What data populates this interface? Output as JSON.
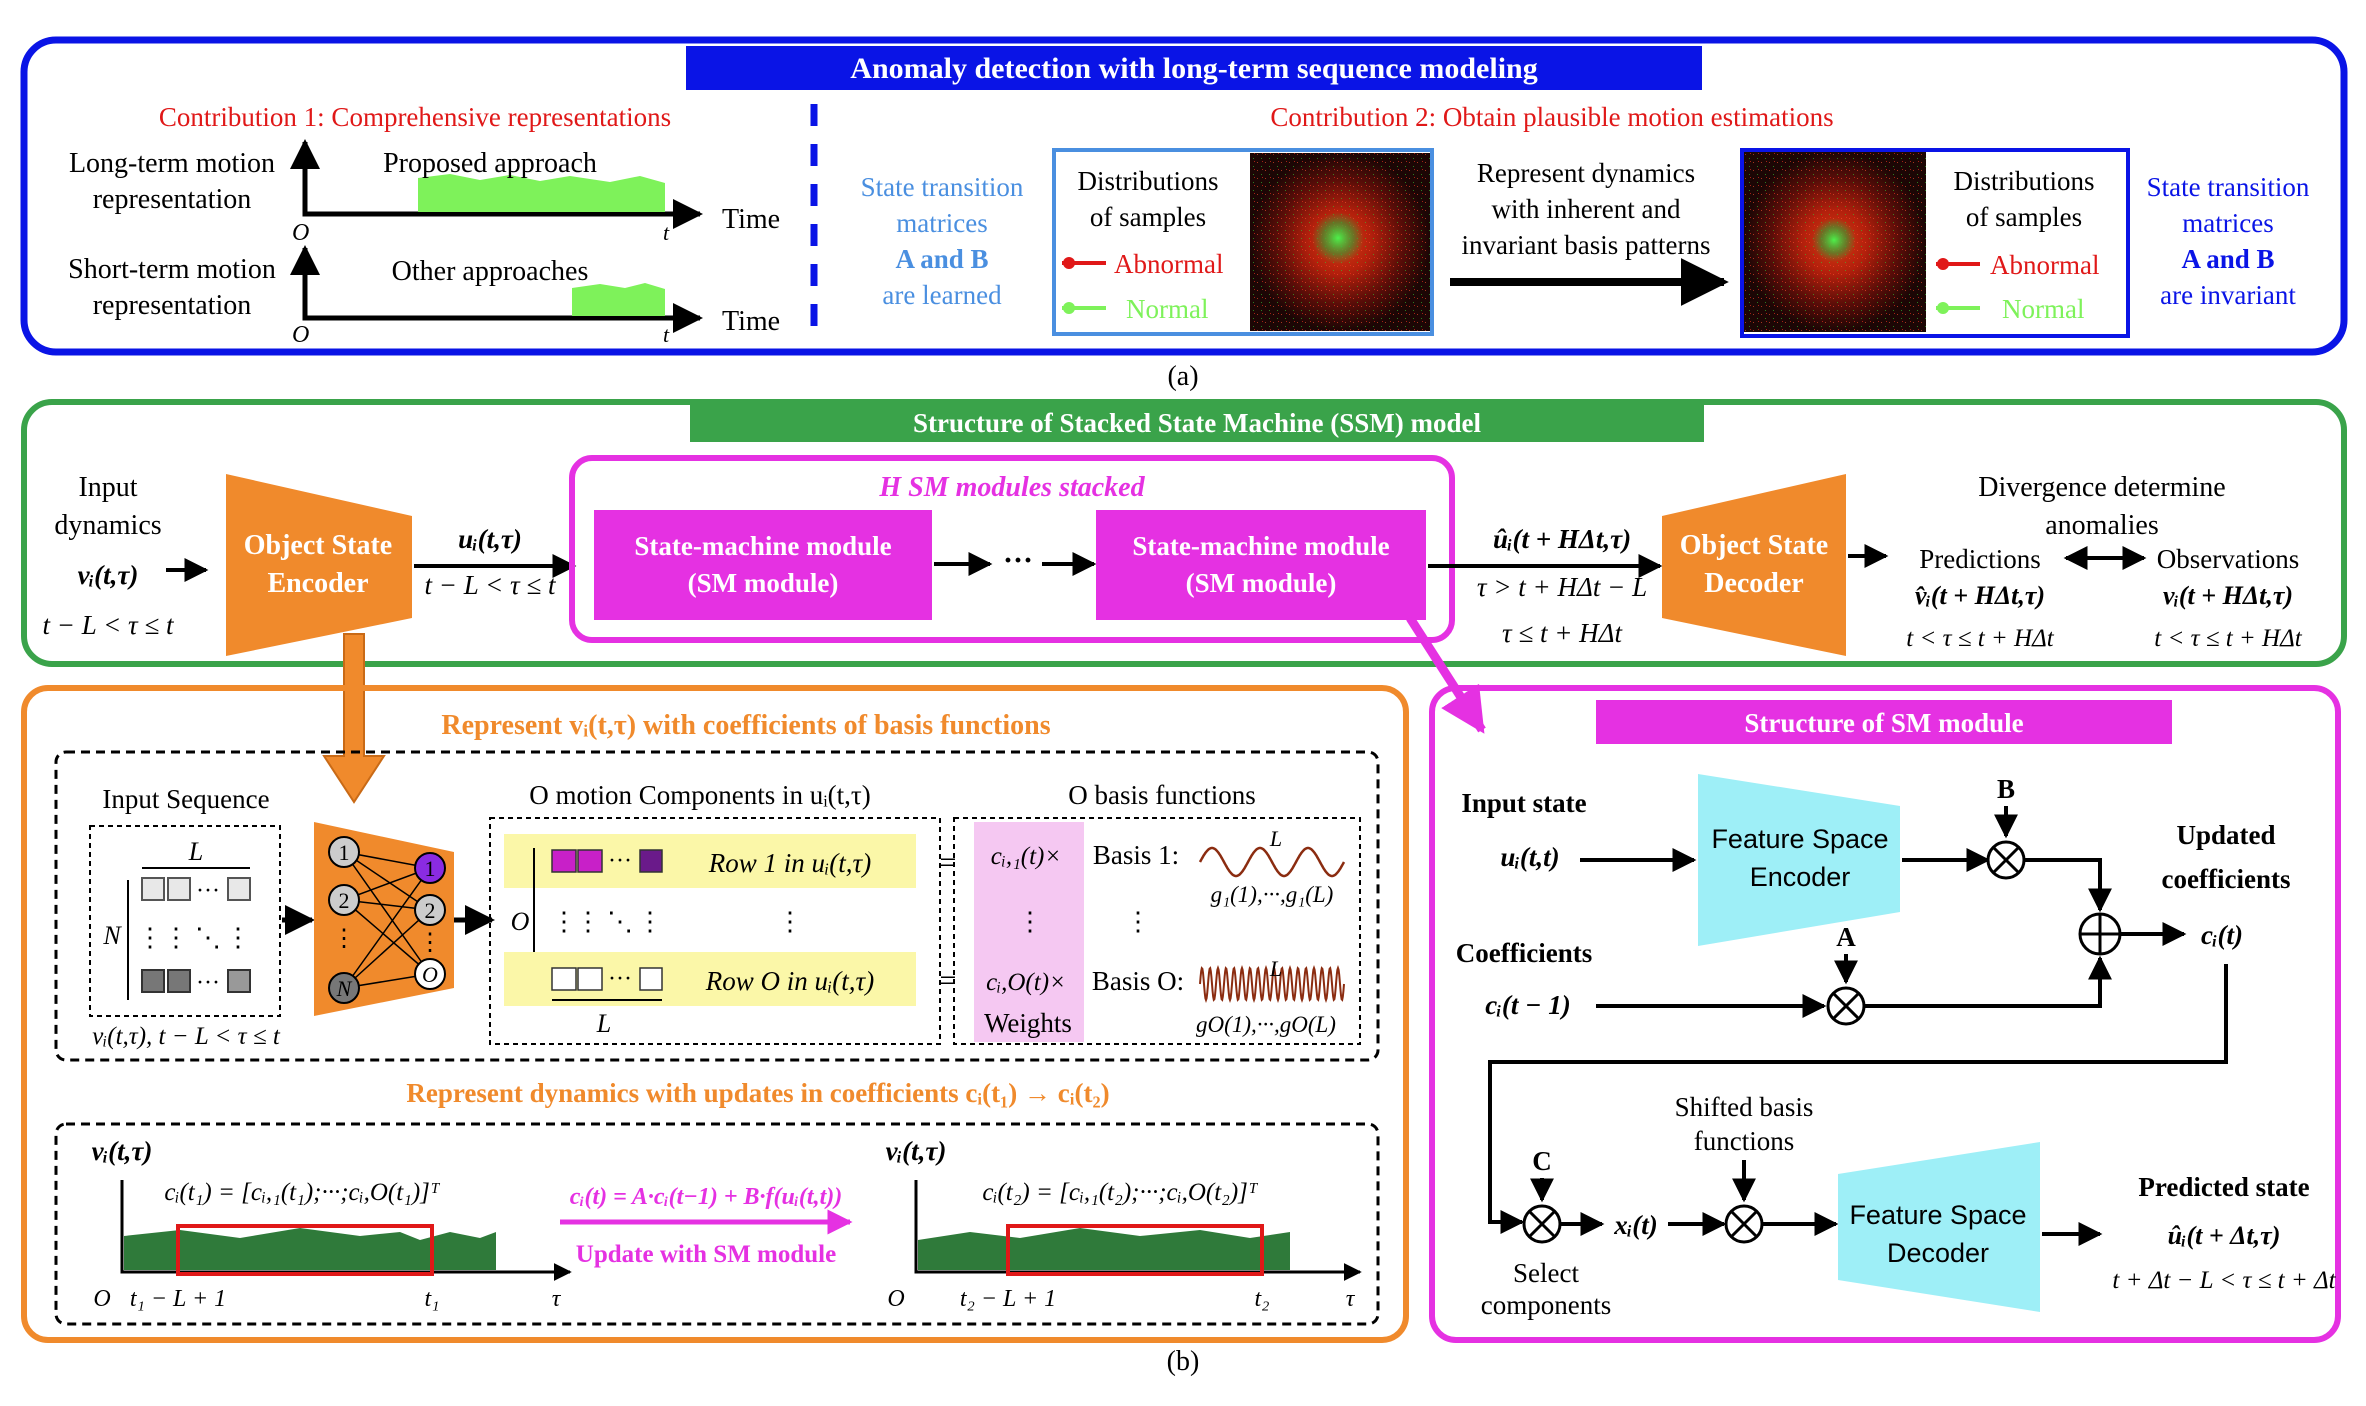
{
  "colors": {
    "blue": "#0a14e6",
    "red": "#e01818",
    "green": "#3aa34a",
    "orange": "#f08a2c",
    "magenta": "#e531e2",
    "lightblue": "#4a8fe0",
    "cyan": "#9eeff7",
    "lightgreen": "#7ef25a",
    "darkgreen": "#2f7a3a",
    "yellow": "#fbf7a8",
    "pink": "#f5c8f2"
  },
  "panel_a": {
    "title": "Anomaly detection with long-term sequence modeling",
    "caption": "(a)",
    "contrib1": "Contribution 1: Comprehensive representations",
    "long_label_1": "Long-term motion",
    "long_label_2": "representation",
    "short_label_1": "Short-term motion",
    "short_label_2": "representation",
    "proposed": "Proposed approach",
    "other": "Other approaches",
    "time": "Time",
    "origin": "O",
    "t": "t",
    "contrib2": "Contribution 2: Obtain plausible motion estimations",
    "learned_1": "State transition",
    "learned_2": "matrices",
    "learned_3": "A and B",
    "learned_4": "are learned",
    "dist_1": "Distributions",
    "dist_2": "of samples",
    "abnormal": "Abnormal",
    "normal": "Normal",
    "represent_1": "Represent dynamics",
    "represent_2": "with inherent and",
    "represent_3": "invariant basis patterns",
    "invariant_1": "State transition",
    "invariant_2": "matrices",
    "invariant_3": "A and B",
    "invariant_4": "are invariant"
  },
  "panel_b": {
    "title": "Structure of Stacked State Machine (SSM) model",
    "caption": "(b)",
    "input_1": "Input",
    "input_2": "dynamics",
    "input_var": "vᵢ(t,τ)",
    "input_range": "t − L < τ ≤ t",
    "encoder_1": "Object State",
    "encoder_2": "Encoder",
    "u_var": "uᵢ(t,τ)",
    "u_range": "t − L < τ ≤ t",
    "stack_title": "H SM modules stacked",
    "sm_1": "State-machine module",
    "sm_2": "(SM module)",
    "dots": "···",
    "uhat_var": "ûᵢ(t + HΔt,τ)",
    "uhat_range_1": "τ > t + HΔt − L",
    "uhat_range_2": "τ ≤ t + HΔt",
    "decoder_1": "Object State",
    "decoder_2": "Decoder",
    "div_1": "Divergence determine",
    "div_2": "anomalies",
    "predictions": "Predictions",
    "observations": "Observations",
    "pred_var": "v̂ᵢ(t + HΔt,τ)",
    "obs_var": "vᵢ(t + HΔt,τ)",
    "pred_range": "t < τ ≤ t + HΔt",
    "obs_range": "t < τ ≤ t + HΔt"
  },
  "orange_panel": {
    "title": "Represent vᵢ(t,τ) with coefficients of basis functions",
    "input_seq": "Input Sequence",
    "L": "L",
    "N": "N",
    "seq_var": "vᵢ(t,τ), t − L < τ ≤ t",
    "node1": "1",
    "node2": "2",
    "nodeN": "N",
    "nodeO": "O",
    "motion_title": "O motion Components in uᵢ(t,τ)",
    "row1": "Row 1  in  uᵢ(t,τ)",
    "rowO": "Row O  in  uᵢ(t,τ)",
    "O": "O",
    "basis_title": "O basis functions",
    "coef1": "cᵢ,₁(t)×",
    "coefO": "cᵢ,O(t)×",
    "weights": "Weights",
    "basis1": "Basis 1:",
    "basisO": "Basis O:",
    "g1": "g₁(1),···,g₁(L)",
    "gO": "gO(1),···,gO(L)",
    "eq": "=",
    "vdots": "⋮",
    "update_title": "Represent dynamics with updates in coefficients  cᵢ(t₁) → cᵢ(t₂)",
    "vt_left": "vᵢ(t,τ)",
    "vt_right": "vᵢ(t,τ)",
    "ct1": "cᵢ(t₁) = [cᵢ,₁(t₁);···;cᵢ,O(t₁)]ᵀ",
    "ct2": "cᵢ(t₂) = [cᵢ,₁(t₂);···;cᵢ,O(t₂)]ᵀ",
    "update_eq": "cᵢ(t) = A·cᵢ(t−1) + B·f(uᵢ(t,t))",
    "update_label": "Update with SM module",
    "origin": "O",
    "t1L": "t₁ − L + 1",
    "t1": "t₁",
    "t2L": "t₂ − L + 1",
    "t2": "t₂",
    "tau": "τ"
  },
  "sm_panel": {
    "title": "Structure of SM module",
    "input_state": "Input state",
    "input_var": "uᵢ(t,t)",
    "fse_1": "Feature Space",
    "fse_2": "Encoder",
    "B": "B",
    "A": "A",
    "C": "C",
    "updated_1": "Updated",
    "updated_2": "coefficients",
    "ct": "cᵢ(t)",
    "coefficients": "Coefficients",
    "ct1": "cᵢ(t − 1)",
    "shifted_1": "Shifted basis",
    "shifted_2": "functions",
    "xt": "xᵢ(t)",
    "select_1": "Select",
    "select_2": "components",
    "fsd_1": "Feature Space",
    "fsd_2": "Decoder",
    "predicted": "Predicted state",
    "pred_var": "ûᵢ(t + Δt,τ)",
    "pred_range": "t + Δt − L < τ ≤ t + Δt"
  }
}
